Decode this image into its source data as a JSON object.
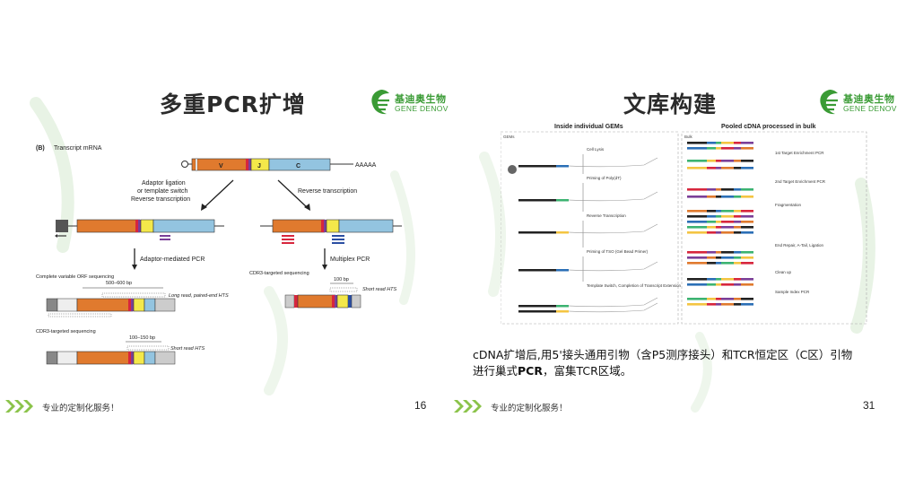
{
  "left_slide": {
    "title": "多重PCR扩增",
    "page_number": "16",
    "footer_text": "专业的定制化服务！",
    "logo": {
      "cn": "基迪奥生物",
      "en": "GENE DENOVO"
    },
    "figure": {
      "panel_label": "(B)",
      "transcript_label": "Transcript mRNA",
      "segment_v": "V",
      "segment_j": "J",
      "segment_c": "C",
      "poly_a": "AAAAA",
      "left_branch_label_1": "Adaptor ligation",
      "left_branch_label_2": "or template switch",
      "left_branch_label_3": "Reverse transcription",
      "right_branch_label": "Reverse transcription",
      "adaptor_pcr_label": "Adaptor-mediated PCR",
      "multiplex_pcr_label": "Multiplex PCR",
      "orf_seq_label": "Complete variable ORF sequencing",
      "orf_bp": "500–600 bp",
      "long_read_label": "Long read, paired-end HTS",
      "cdr3_left_label": "CDR3-targeted sequencing",
      "cdr3_left_bp": "100–150 bp",
      "short_read_left": "Short read HTS",
      "cdr3_right_label": "CDR3-targeted sequencing",
      "cdr3_right_bp": "100 bp",
      "short_read_right": "Short read HTS"
    }
  },
  "right_slide": {
    "title": "文库构建",
    "page_number": "31",
    "footer_text": "专业的定制化服务！",
    "logo": {
      "cn": "基迪奥生物",
      "en": "GENE DENOVO"
    },
    "caption_line1_pre": "cDNA扩增后,用5'接头通用引物（含P5测序接头）和TCR恒定区（C区）引物",
    "caption_line2_pre": "进行巢式",
    "caption_line2_bold": "PCR",
    "caption_line2_post": "，富集TCR区域。",
    "figure": {
      "header_left": "Inside individual GEMs",
      "header_right": "Pooled cDNA processed in bulk",
      "gems_tag": "GEMs",
      "bulk_tag": "Bulk",
      "steps_left": [
        "Cell Lysis",
        "Priming of Poly(dT)",
        "Reverse Transcription",
        "Priming of TSO (Gel Bead Primer)",
        "Template Switch, Completion of Transcript Extension"
      ],
      "steps_right": [
        "1st Target Enrichment PCR",
        "2nd Target Enrichment PCR",
        "Fragmentation",
        "End Repair, A-Tail, Ligation",
        "Clean up",
        "Sample Index PCR"
      ]
    }
  },
  "colors": {
    "brand_green": "#3a9b35",
    "v_segment": "#e07a2e",
    "j_segment": "#f4e84a",
    "c_segment": "#93c4e0",
    "cdr3_purple": "#7b3f98",
    "cdr3_red": "#d7263d",
    "gray_adaptor": "#9a9a9a"
  }
}
